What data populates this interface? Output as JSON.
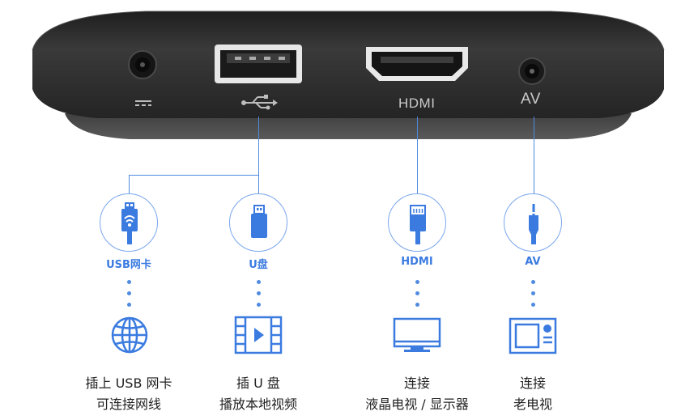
{
  "device": {
    "ports": {
      "power_label": "",
      "usb_label": "",
      "hdmi_label": "HDMI",
      "av_label": "AV"
    },
    "color": "#2b2b2b"
  },
  "connections": [
    {
      "id": "usb-nic",
      "label": "USB网卡",
      "icon": "usb-wifi-adapter-icon",
      "target_icon": "globe-icon",
      "caption": [
        "插上 USB 网卡",
        "可连接网线"
      ]
    },
    {
      "id": "u-disk",
      "label": "U盘",
      "icon": "usb-drive-icon",
      "target_icon": "film-play-icon",
      "caption": [
        "插 U 盘",
        "播放本地视频"
      ]
    },
    {
      "id": "hdmi",
      "label": "HDMI",
      "icon": "hdmi-cable-icon",
      "target_icon": "monitor-icon",
      "caption": [
        "连接",
        "液晶电视 / 显示器"
      ]
    },
    {
      "id": "av",
      "label": "AV",
      "icon": "av-jack-icon",
      "target_icon": "old-tv-icon",
      "caption": [
        "连接",
        "老电视"
      ]
    }
  ],
  "colors": {
    "accent": "#4f8be0",
    "label": "#3b7be0",
    "text": "#222222"
  }
}
